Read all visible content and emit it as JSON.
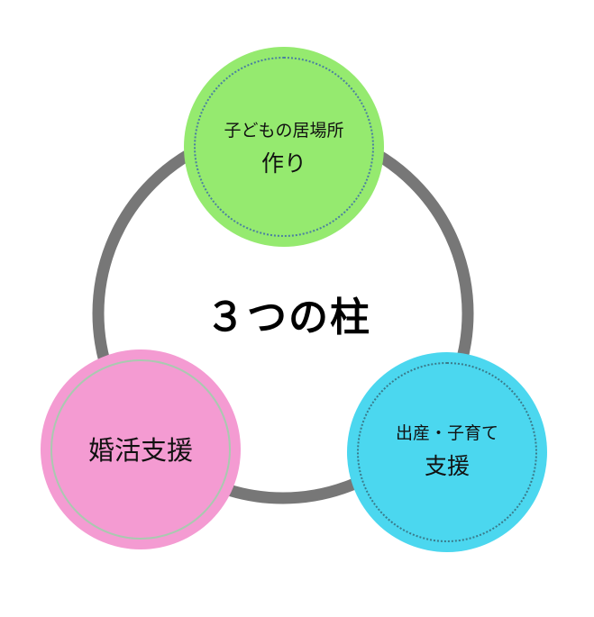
{
  "diagram": {
    "center_title": "３つの柱",
    "colors": {
      "ring": "#777777",
      "top_fill": "#95ea6f",
      "left_fill": "#f49bd2",
      "right_fill": "#4bd7ef"
    },
    "pillars": [
      {
        "line1": "子どもの居場所",
        "line2": "作り"
      },
      {
        "line1": "婚活支援"
      },
      {
        "line1": "出産・子育て",
        "line2": "支援"
      }
    ]
  }
}
